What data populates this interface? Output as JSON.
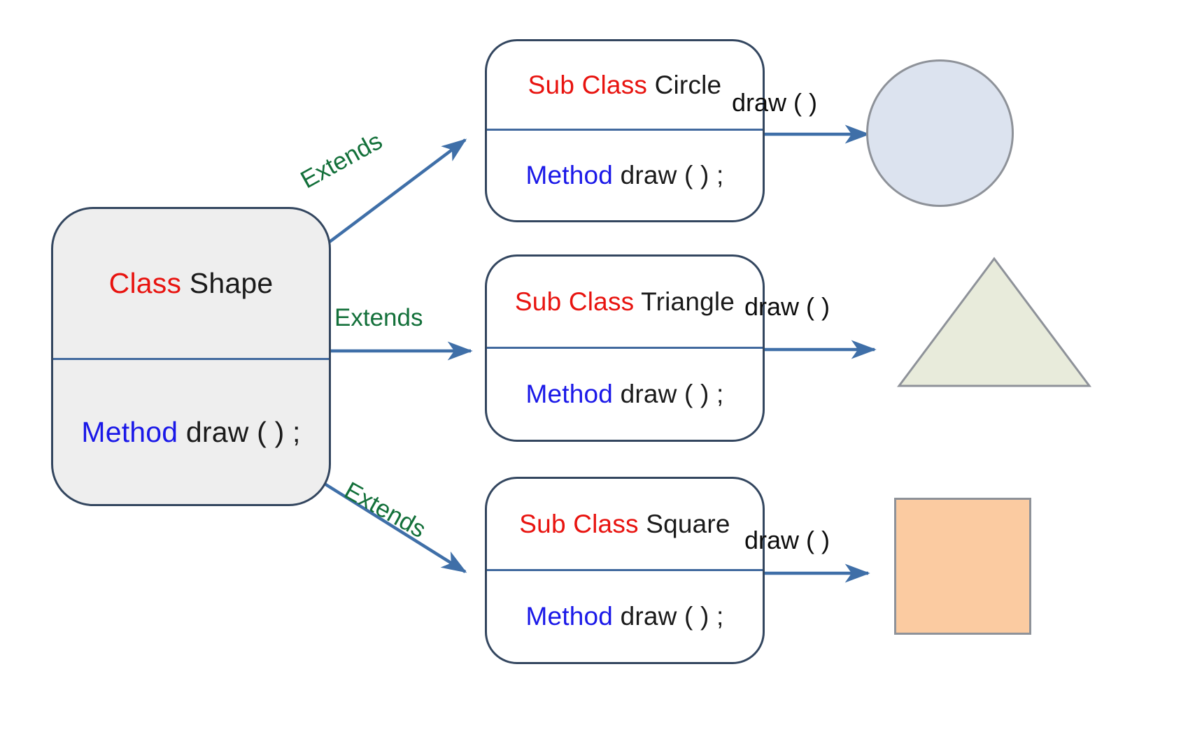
{
  "diagram": {
    "title": "Class Shape inheritance with draw() overriding",
    "parent_class": {
      "keyword": "Class",
      "name": "Shape",
      "method_keyword": "Method",
      "method_signature": "draw ( ) ;",
      "fill_color": "#eeeeee",
      "border_color": "#33465f"
    },
    "relationship_label": "Extends",
    "subclasses": [
      {
        "keyword": "Sub Class",
        "name": "Circle",
        "method_keyword": "Method",
        "method_signature": "draw ( ) ;",
        "call_label": "draw ( )",
        "result_shape": "circle",
        "result_fill": "#dce3ef",
        "result_stroke": "#8e9299"
      },
      {
        "keyword": "Sub Class",
        "name": "Triangle",
        "method_keyword": "Method",
        "method_signature": "draw ( ) ;",
        "call_label": "draw ( )",
        "result_shape": "triangle",
        "result_fill": "#e8ebdb",
        "result_stroke": "#8e9299"
      },
      {
        "keyword": "Sub Class",
        "name": "Square",
        "method_keyword": "Method",
        "method_signature": "draw ( ) ;",
        "call_label": "draw ( )",
        "result_shape": "square",
        "result_fill": "#fbcba1",
        "result_stroke": "#8e9299"
      }
    ],
    "colors": {
      "class_keyword": "#e8130f",
      "method_keyword": "#1a18e8",
      "identifier": "#1a1a1a",
      "extends_label": "#13703a",
      "box_border": "#33465f",
      "divider": "#41699e",
      "arrow": "#3f6fa8",
      "background": "#ffffff"
    }
  }
}
